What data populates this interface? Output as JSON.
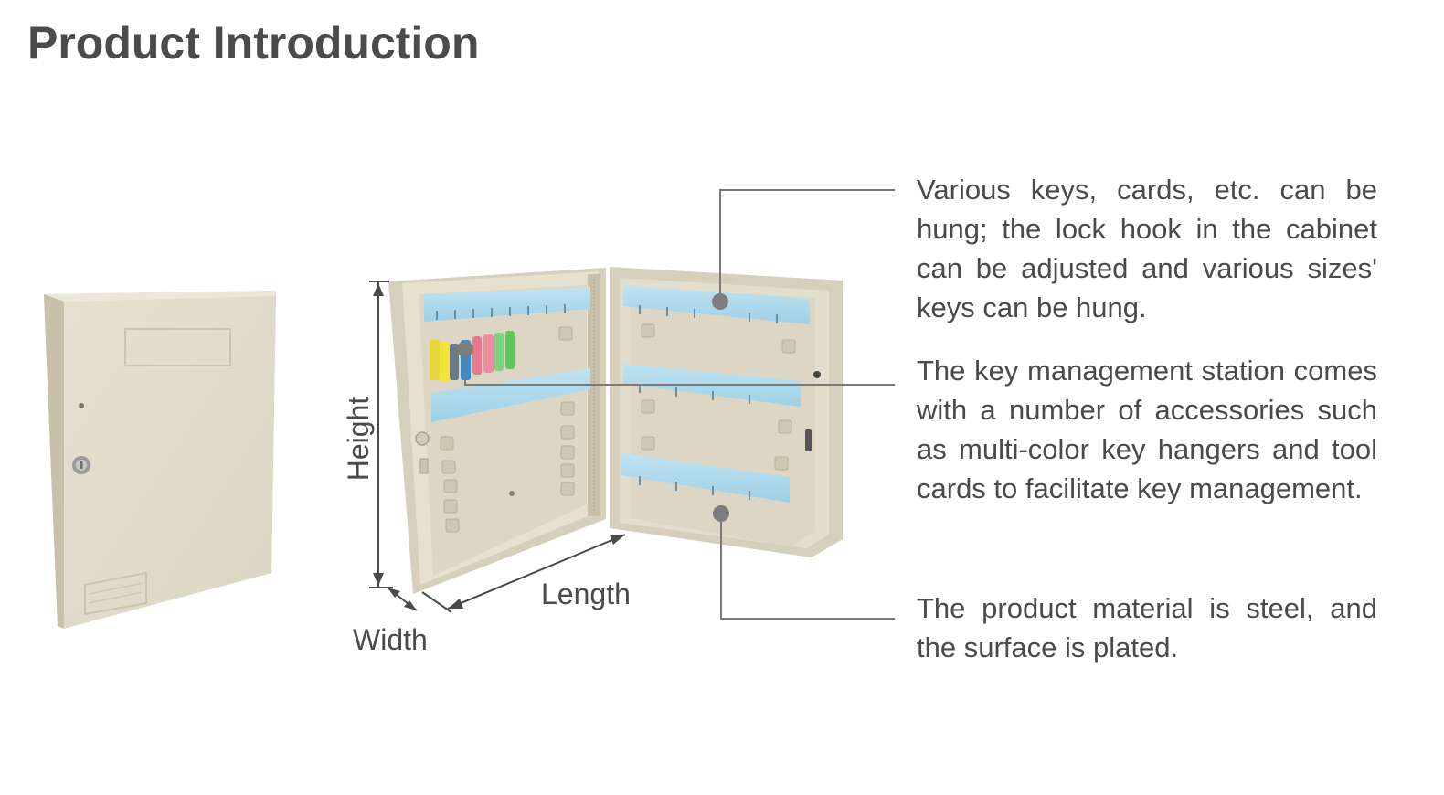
{
  "page": {
    "title": "Product Introduction"
  },
  "dimensions": {
    "height_label": "Height",
    "length_label": "Length",
    "width_label": "Width"
  },
  "callouts": [
    {
      "text": "Various keys, cards, etc. can be hung; the lock hook in the cabinet can be adjusted and various sizes' keys can be hung."
    },
    {
      "text": "The key management station comes with a number of accessories such as multi-color key hangers and tool cards to facilitate key management."
    },
    {
      "text": "The product material is steel, and the surface is plated."
    }
  ],
  "colors": {
    "cabinet_body": "#e2dccb",
    "cabinet_shadow": "#cfc7b2",
    "key_strip": "#a9d6ea",
    "leader_line": "#7a7a7a",
    "leader_dot": "#7d7d7d",
    "text": "#4a4a4a"
  }
}
